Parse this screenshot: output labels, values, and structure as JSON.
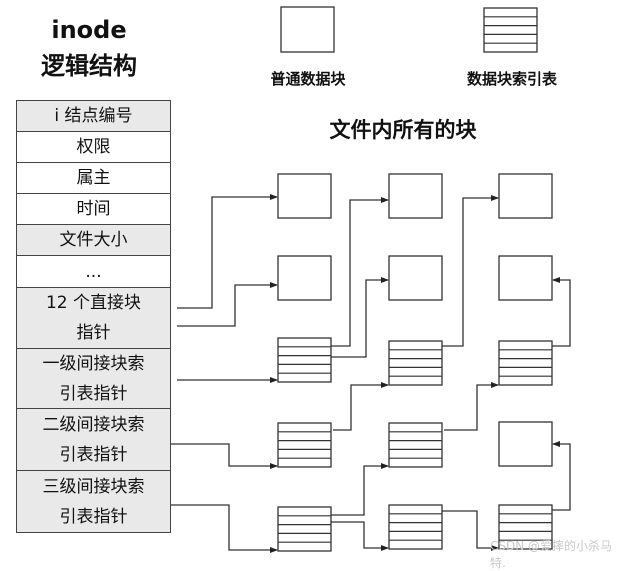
{
  "header": {
    "title_line1": "inode",
    "title_line2": "逻辑结构"
  },
  "legend": {
    "plain_block": "普通数据块",
    "index_block": "数据块索引表"
  },
  "blocks_title": "文件内所有的块",
  "inode_rows": [
    {
      "label": "i 结点编号"
    },
    {
      "label": "权限"
    },
    {
      "label": "属主"
    },
    {
      "label": "时间"
    },
    {
      "label": "文件大小"
    },
    {
      "label": "..."
    },
    {
      "label": "12 个直接块指针"
    },
    {
      "label": "一级间接块索引表指针"
    },
    {
      "label": "二级间接块索引表指针"
    },
    {
      "label": "三级间接块索引表指针"
    }
  ],
  "watermark": "CSDN @爱摔的小杀马特."
}
